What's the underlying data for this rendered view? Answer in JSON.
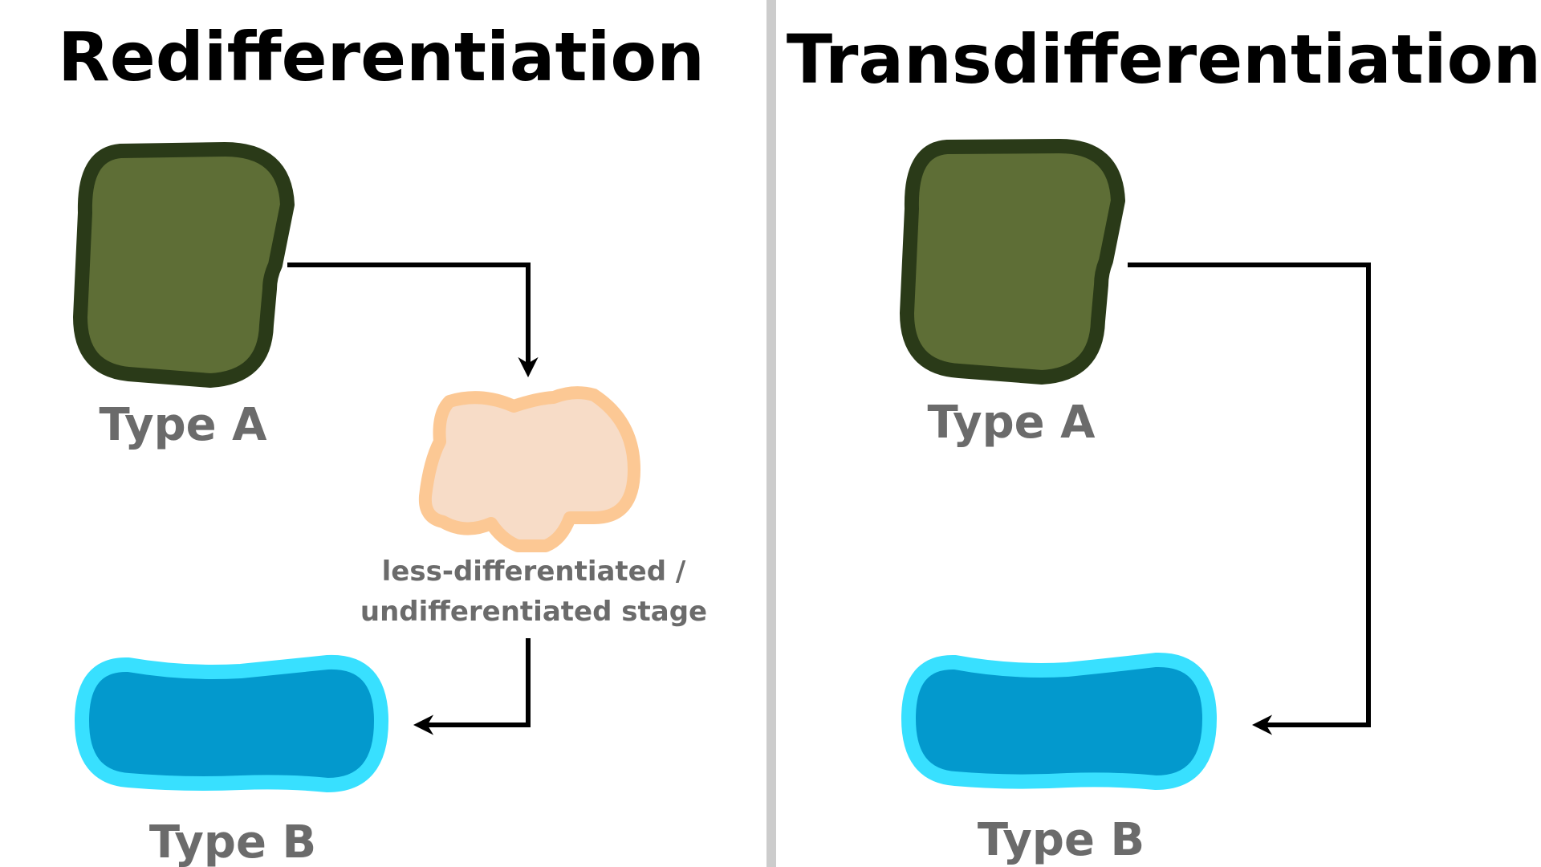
{
  "panels": {
    "left": {
      "title": "Redifferentiation",
      "type_a_label": "Type A",
      "type_b_label": "Type B",
      "intermediate_label_line1": "less-differentiated /",
      "intermediate_label_line2": "undifferentiated stage"
    },
    "right": {
      "title": "Transdifferentiation",
      "type_a_label": "Type A",
      "type_b_label": "Type B"
    }
  },
  "colors": {
    "background": "#ffffff",
    "divider": "#cccccc",
    "type_a_fill": "#5e6e36",
    "type_a_stroke": "#2a3a18",
    "type_b_fill": "#0399cd",
    "type_b_stroke": "#38e0ff",
    "intermediate_fill": "#f7dcc7",
    "intermediate_stroke": "#fcc894",
    "arrow": "#000000",
    "label_text": "#6b6b6b",
    "title_text": "#000000"
  }
}
